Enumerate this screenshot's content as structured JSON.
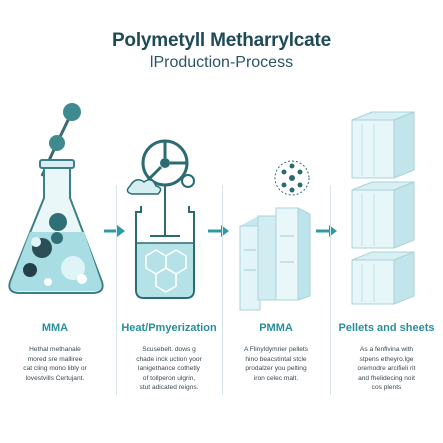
{
  "title": "Polymetyll Metharrylcate",
  "subtitle": "lProduction-Process",
  "stages": [
    {
      "label": "MMA",
      "description": [
        "Hethal methanale",
        "mored sre malliree",
        "cat cling mono libly or",
        "lovestvills Certujant."
      ]
    },
    {
      "label": "Heat/Pmyerization",
      "description": [
        "Scusebelt. dows g",
        "chade inck uction yoor",
        "lanigethance cothetly",
        "of tollperon ulgrin,",
        "stut adicated reigns."
      ]
    },
    {
      "label": "PMMA",
      "description": [
        "A Flinyldymrier pellets",
        "hino beacstintal stcle",
        "prodalzer you pelting",
        "iron celec malt."
      ]
    },
    {
      "label": "Pellets and sheets",
      "description": [
        "As a fenflvina with",
        "stpens etheyro.lge",
        "oremodre arcifieli rit",
        "and fhelidecing noit",
        "cos plents"
      ]
    }
  ],
  "colors": {
    "title": "#1f4a57",
    "accent": "#2a8f9b",
    "liquid": "#a7dde3",
    "dark_teal": "#2b6c73",
    "outline": "#3d7f88"
  },
  "icons": [
    "flask-icon",
    "reactor-icon",
    "polymer-block-icon",
    "pellet-stack-icon",
    "arrow-right-icon"
  ]
}
